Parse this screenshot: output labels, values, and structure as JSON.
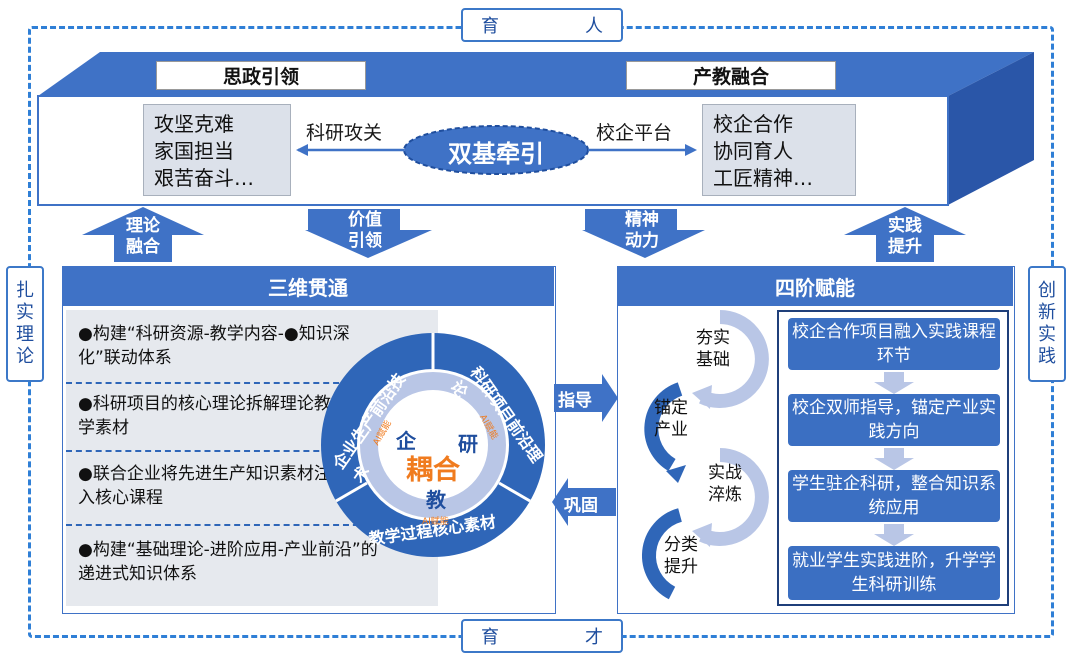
{
  "edges": {
    "top": [
      "育",
      "人"
    ],
    "bottom": [
      "育",
      "才"
    ],
    "left": "扎实理论",
    "right": "创新实践"
  },
  "top_block": {
    "left_header": "思政引领",
    "right_header": "产教融合",
    "left_list": [
      "攻坚克难",
      "家国担当",
      "艰苦奋斗…"
    ],
    "right_list": [
      "校企合作",
      "协同育人",
      "工匠精神…"
    ],
    "left_link": "科研攻关",
    "right_link": "校企平台",
    "center": "双基牵引"
  },
  "up_arrows": {
    "a1": "理论融合",
    "a2": "价值引领",
    "a3": "精神动力",
    "a4": "实践提升"
  },
  "left_panel": {
    "title": "三维贯通",
    "items": [
      "●构建“科研资源-教学内容-●知识深化”联动体系",
      "●科研项目的核心理论拆解理论教学素材",
      "●联合企业将先进生产知识素材注入核心课程",
      "●构建“基础理论-进阶应用-产业前沿”的递进式知识体系"
    ]
  },
  "circle": {
    "center": "耦合",
    "inner": [
      "企",
      "研",
      "教"
    ],
    "ring": [
      "企业生产前沿技术",
      "科研项目前沿理论",
      "教学过程核心素材"
    ],
    "small": [
      "AI赋能",
      "AI赋能",
      "AI赋能"
    ]
  },
  "middle": {
    "guide": "指导",
    "consolidate": "巩固"
  },
  "right_panel": {
    "title": "四阶赋能",
    "cycle": [
      "夯实基础",
      "锚定产业",
      "实战淬炼",
      "分类提升"
    ],
    "steps": [
      "校企合作项目融入实践课程环节",
      "校企双师指导，锚定产业实践方向",
      "学生驻企科研，整合知识系统应用",
      "就业学生实践进阶，升学学生科研训练"
    ]
  },
  "colors": {
    "primary": "#3f72c6",
    "dark": "#2a56a8",
    "light": "#dce1ea",
    "accent": "#f07b1e"
  }
}
